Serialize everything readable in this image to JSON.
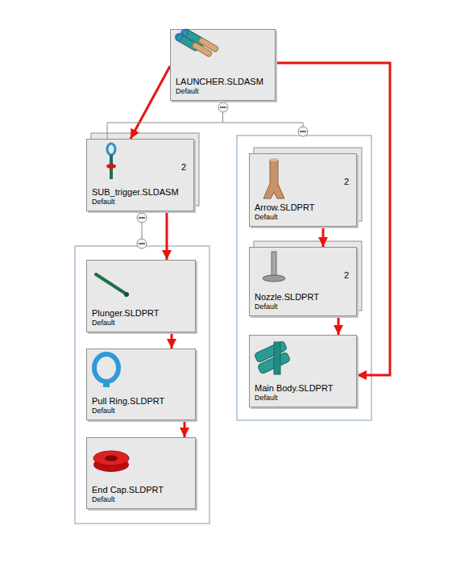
{
  "diagram": {
    "nodes": [
      {
        "text": [
          "LAUNCHER.SLDASM",
          "Default"
        ]
      },
      {
        "text": [
          "SUB_trigger.SLDASM",
          "Default",
          "2"
        ]
      },
      {
        "text": [
          "Arrow.SLDPRT",
          "Default",
          "2"
        ]
      },
      {
        "text": [
          "Nozzle.SLDPRT",
          "Default",
          "2"
        ]
      },
      {
        "text": [
          "Main Body.SLDPRT",
          "Default"
        ]
      },
      {
        "text": [
          "Plunger.SLDPRT",
          "Default"
        ]
      },
      {
        "text": [
          "Pull Ring.SLDPRT",
          "Default"
        ]
      },
      {
        "text": [
          "End Cap.SLDPRT",
          "Default"
        ]
      }
    ],
    "edges": [
      {
        "from": 0,
        "to": 1,
        "arrow": "to"
      },
      {
        "from": 1,
        "to": 5,
        "arrow": "to"
      },
      {
        "from": 5,
        "to": 6,
        "arrow": "to"
      },
      {
        "from": 6,
        "to": 7,
        "arrow": "to"
      },
      {
        "from": 2,
        "to": 3,
        "arrow": "to"
      },
      {
        "from": 3,
        "to": 4,
        "arrow": "to"
      },
      {
        "from": 0,
        "to": 4,
        "arrow": "to"
      },
      {
        "from": 0,
        "to": 1,
        "arrow": "none"
      }
    ]
  }
}
